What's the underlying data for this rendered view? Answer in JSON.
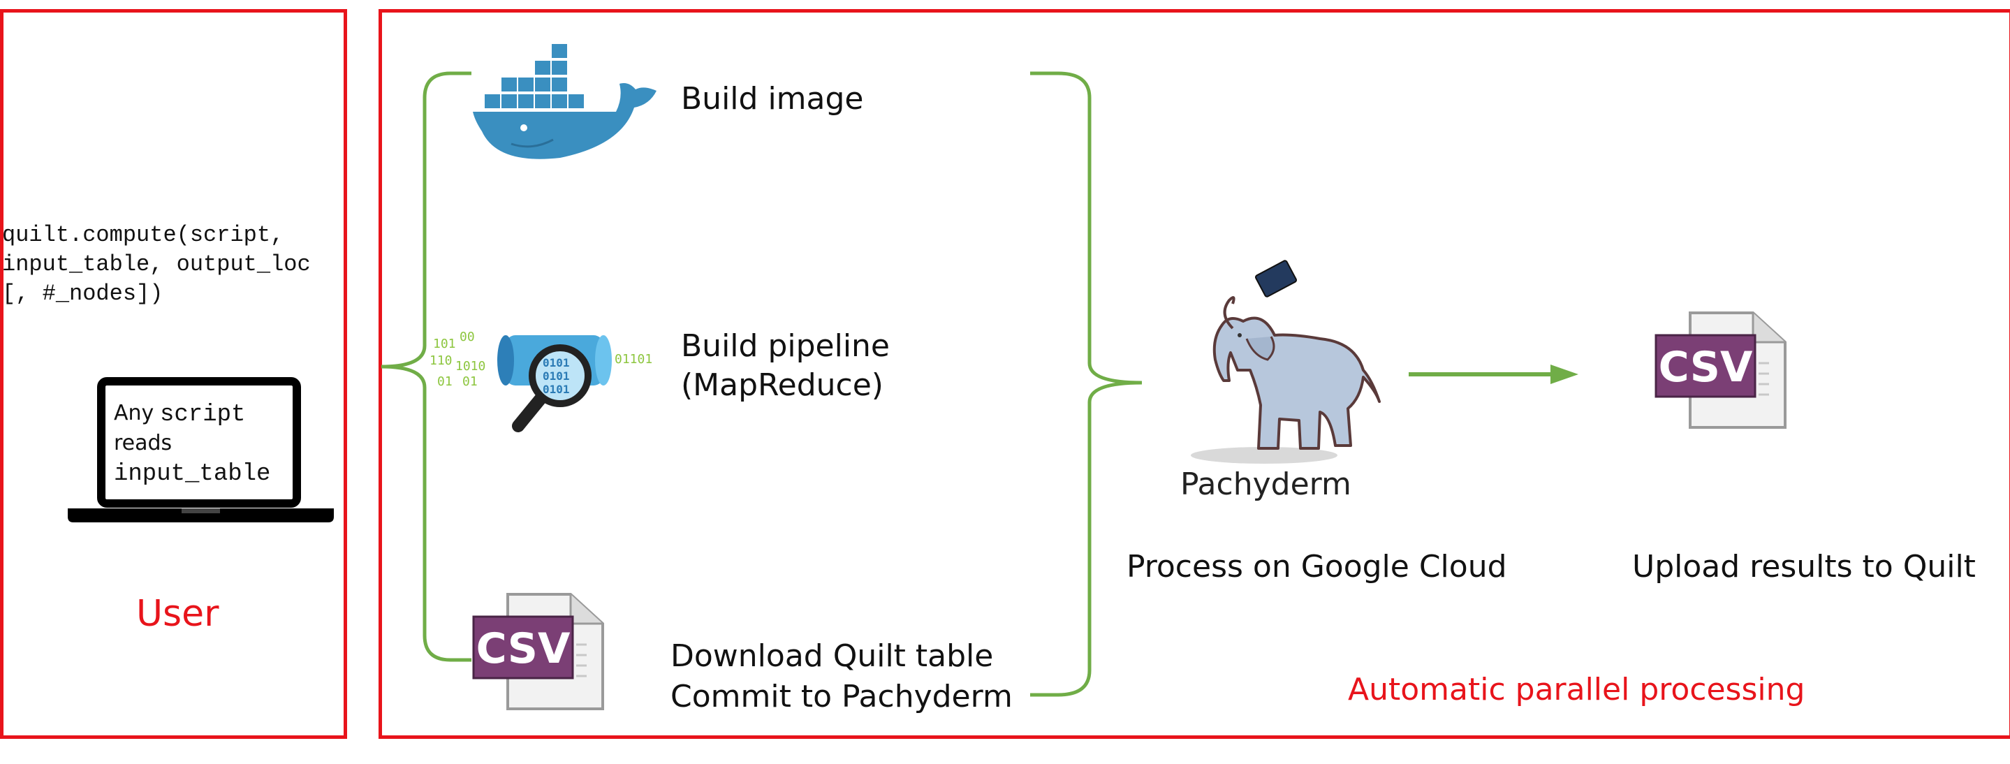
{
  "user_panel": {
    "code_line1": "quilt.compute(script,",
    "code_line2": "input_table, output_loc",
    "code_line3": "[, #_nodes])",
    "laptop_word1": "Any",
    "laptop_code1": "script",
    "laptop_word2": "reads",
    "laptop_code2": "input_table",
    "label": "User"
  },
  "steps": {
    "build_image": "Build image",
    "build_pipeline_line1": "Build pipeline",
    "build_pipeline_line2": "(MapReduce)",
    "download_line1": "Download Quilt table",
    "download_line2": "Commit to Pachyderm",
    "pipe_bits_left": [
      "101",
      "00",
      "110",
      "1010",
      "01",
      "01"
    ],
    "pipe_bits_right": "01101",
    "pipe_inner_bits": [
      "0101",
      "0101",
      "0101"
    ]
  },
  "process": {
    "pachyderm_logo": "Pachyderm",
    "process_label": "Process on Google Cloud",
    "upload_label": "Upload results to Quilt",
    "footer": "Automatic parallel processing"
  },
  "csv_icon_text": "CSV",
  "colors": {
    "border_red": "#e8141b",
    "bracket_green": "#70ad47",
    "docker_blue": "#3a8fc0",
    "csv_purple": "#7b3f75"
  }
}
